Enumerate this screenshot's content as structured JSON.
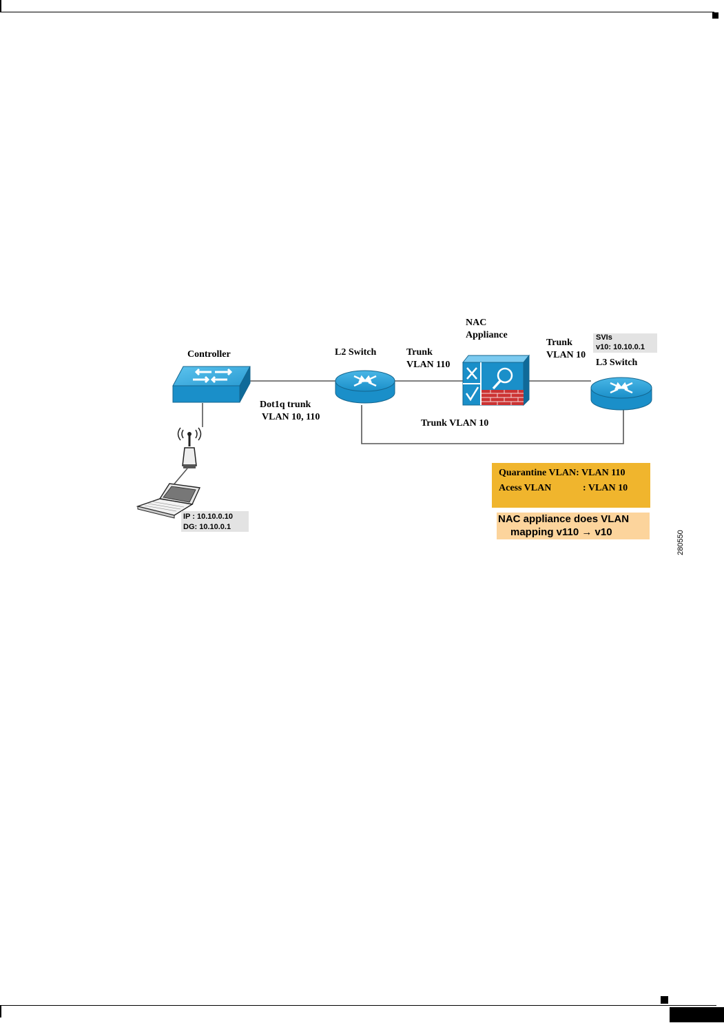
{
  "diagram": {
    "nodes": {
      "controller": {
        "label": "Controller"
      },
      "l2_switch": {
        "label": "L2 Switch"
      },
      "nac_appliance": {
        "label_line1": "NAC",
        "label_line2": "Appliance"
      },
      "l3_switch": {
        "label": "L3 Switch"
      },
      "client": {
        "ip": "IP  : 10.10.0.10",
        "dg": "DG: 10.10.0.1"
      }
    },
    "links": {
      "controller_l2": {
        "line1": "Dot1q trunk",
        "line2": "VLAN 10, 110"
      },
      "l2_nac": {
        "line1": "Trunk",
        "line2": "VLAN 110"
      },
      "nac_l3": {
        "line1": "Trunk",
        "line2": "VLAN 10"
      },
      "l2_l3": {
        "label": "Trunk VLAN 10"
      }
    },
    "svis": {
      "line1": "SVIs",
      "line2": "v10: 10.10.0.1"
    },
    "vlan_legend": {
      "line1": "Quarantine VLAN: VLAN 110",
      "line2_left": "Acess VLAN",
      "line2_right": ": VLAN 10"
    },
    "note": {
      "line1": "NAC appliance does VLAN",
      "line2": "mapping v110 → v10"
    },
    "figure_id": "280550",
    "colors": {
      "device_blue": "#1a8fc9",
      "legend_orange": "#f0b52d",
      "note_peach": "#fcd49c",
      "label_gray": "#e3e3e3",
      "firewall_red": "#cc3333"
    }
  }
}
